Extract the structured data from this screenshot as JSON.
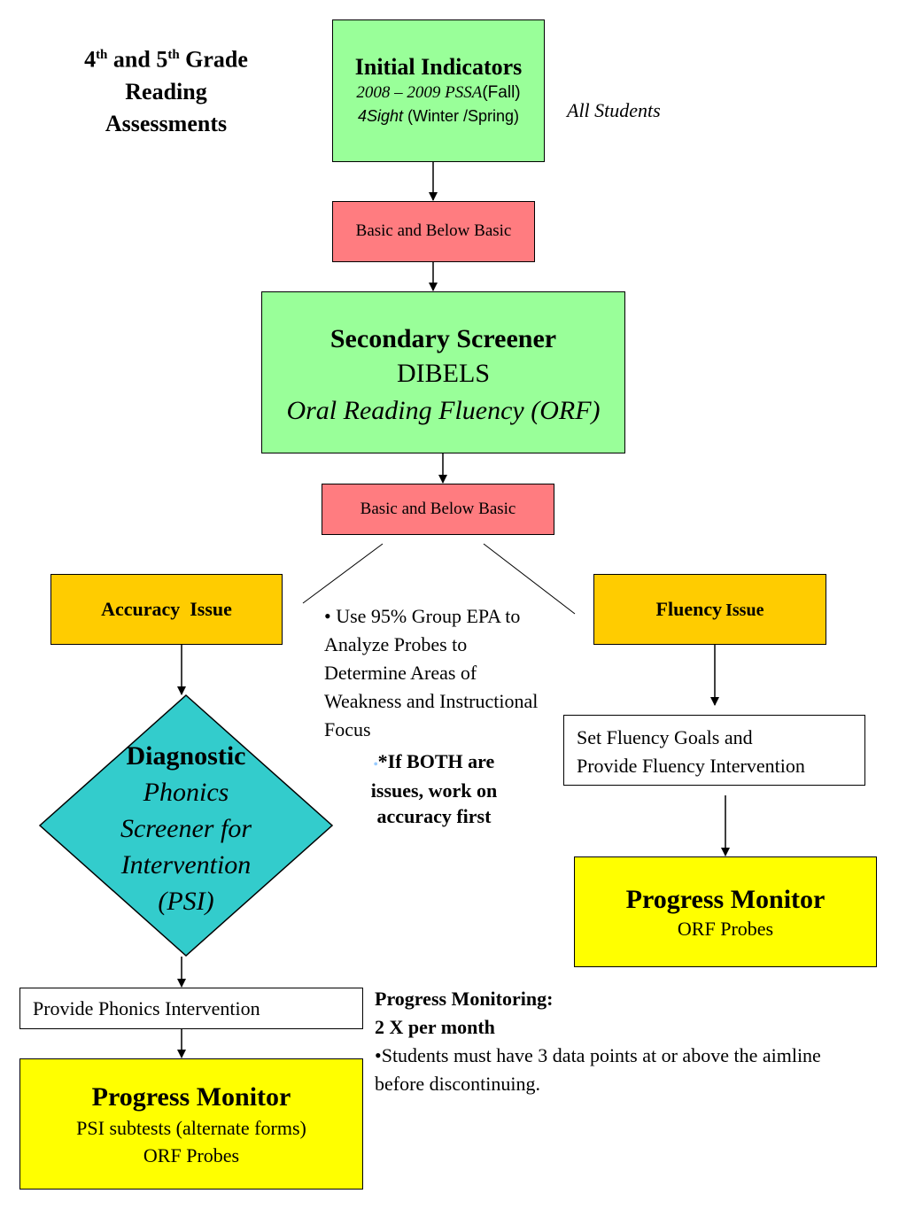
{
  "title": {
    "line1_a": "4",
    "line1_sup1": "th",
    "line1_b": " and 5",
    "line1_sup2": "th",
    "line1_c": " Grade",
    "line2": "Reading",
    "line3": "Assessments"
  },
  "initial": {
    "heading": "Initial Indicators",
    "pssa_years": "2008 – 2009 PSSA",
    "pssa_term": "(Fall)",
    "sight_name": "4Sight",
    "sight_term": " (Winter /Spring)"
  },
  "all_students": "All Students",
  "basic1": "Basic and Below Basic",
  "secondary": {
    "heading": "Secondary Screener",
    "line2": "DIBELS",
    "line3": "Oral Reading Fluency (ORF)"
  },
  "basic2": "Basic and Below Basic",
  "accuracy": {
    "word1": "Accuracy",
    "word2": "Issue"
  },
  "fluency": {
    "word1": "Fluency",
    "word2": "Issue"
  },
  "center_note": {
    "bullet": "• Use 95% Group EPA to Analyze Probes to Determine Areas of Weakness and Instructional Focus",
    "bold_marker": "•",
    "bold_line1": "*If BOTH are",
    "bold_line2": "issues, work on",
    "bold_line3": "accuracy first"
  },
  "diagnostic": {
    "heading": "Diagnostic",
    "line2": "Phonics",
    "line3": "Screener for",
    "line4": "Intervention",
    "line5": "(PSI)"
  },
  "fluency_goals": {
    "line1": "Set Fluency Goals and",
    "line2": "Provide Fluency Intervention"
  },
  "pm_right": {
    "heading": "Progress Monitor",
    "line2": "ORF Probes"
  },
  "phonics_intervention": "Provide Phonics Intervention",
  "pm_left": {
    "heading": "Progress Monitor",
    "line2": "PSI subtests (alternate forms)",
    "line3": "ORF Probes"
  },
  "pm_note": {
    "line1": "Progress Monitoring:",
    "line2": "2 X per month",
    "line3": "•Students must have 3 data points at or above the aimline before discontinuing."
  },
  "colors": {
    "green": "#99ff99",
    "red": "#ff7c80",
    "orange": "#ffcc00",
    "yellow": "#ffff00",
    "teal": "#33cccc"
  }
}
